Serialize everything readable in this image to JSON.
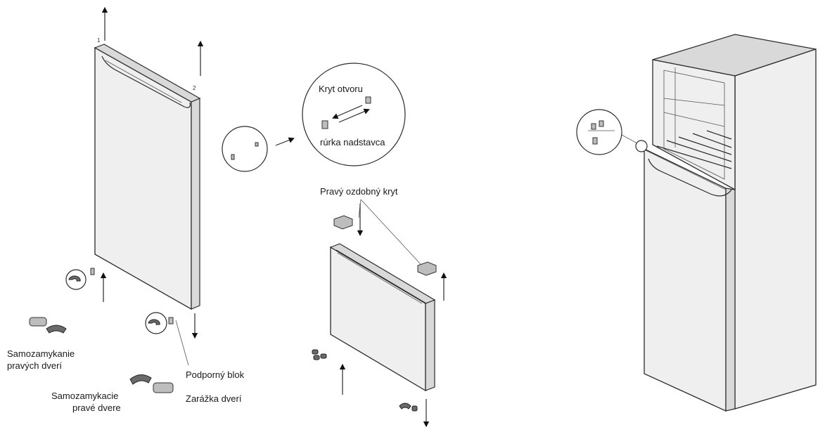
{
  "labels": {
    "kryt_otvoru": "Kryt otvoru",
    "rurka_nadstavca": "rúrka nadstavca",
    "pravy_ozdobny_kryt": "Pravý ozdobný kryt",
    "samozamykanie_line1": "Samozamykanie",
    "samozamykanie_line2": "pravých dverí",
    "samozamykacie_line1": "Samozamykacie",
    "samozamykacie_line2": "pravé dvere",
    "podporny_blok": "Podporný blok",
    "zarazka_dveri": "Zarážka dverí"
  },
  "step_numbers": {
    "step1": "1",
    "step2": "2"
  }
}
